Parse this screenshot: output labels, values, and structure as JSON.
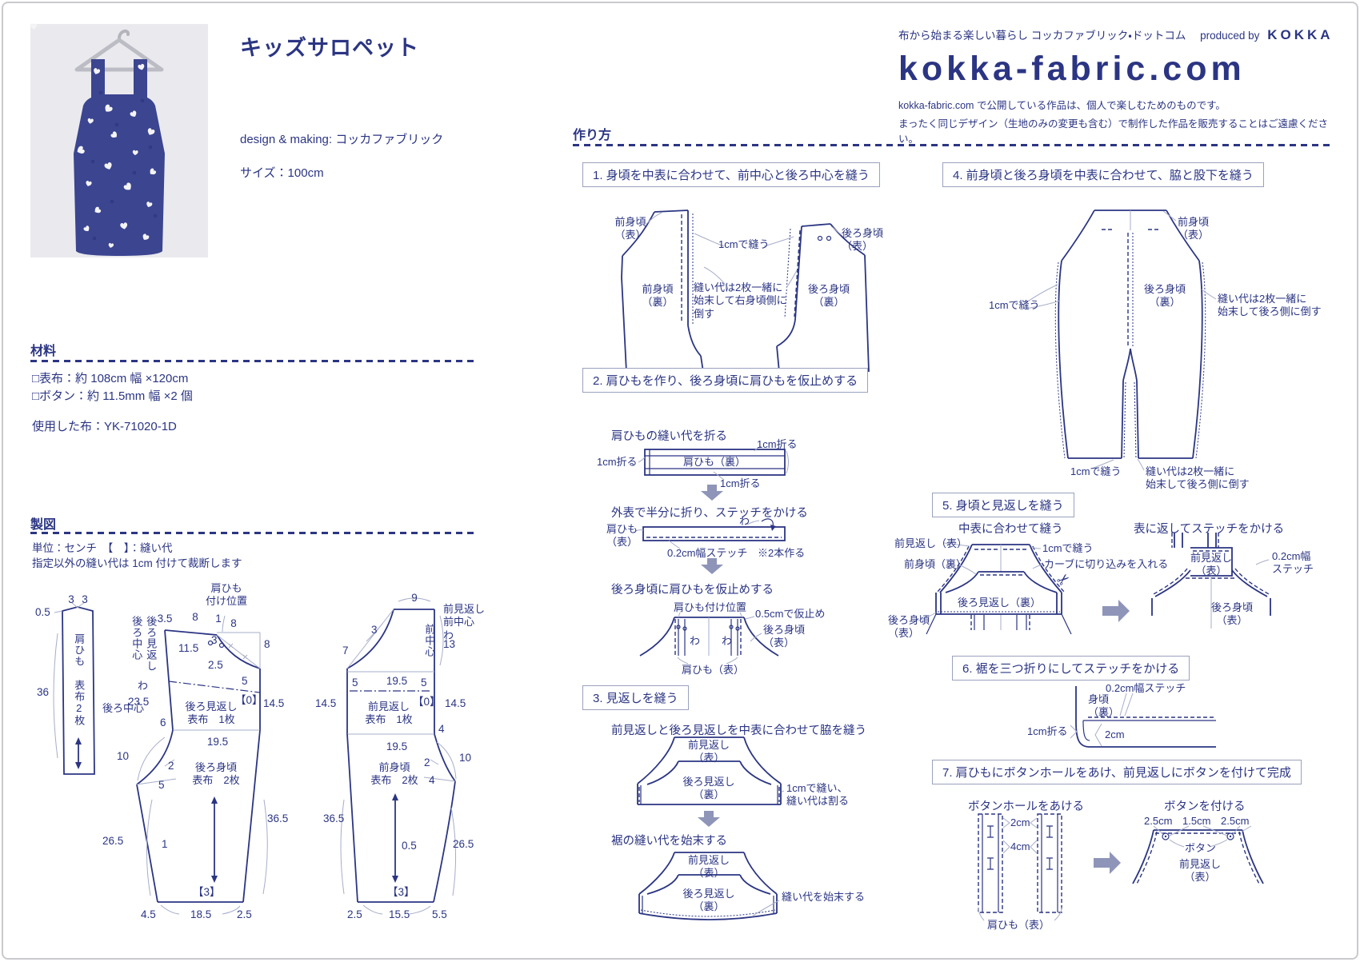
{
  "header": {
    "title": "キッズサロペット",
    "credit": "design & making: コッカファブリック",
    "size": "サイズ：100cm"
  },
  "brand": {
    "tagline": "布から始まる楽しい暮らし コッカファブリック・ドットコム",
    "produced": "produced by",
    "name": "KOKKA",
    "logo": "kokka-fabric.com",
    "note1": "kokka-fabric.com で公開している作品は、個人で楽しむためのものです。",
    "note2": "まったく同じデザイン（生地のみの変更も含む）で制作した作品を販売することはご遠慮ください。"
  },
  "materials": {
    "heading": "材料",
    "item1": "□表布：約 108cm 幅 ×120cm",
    "item2": "□ボタン：約 11.5mm 幅 ×2 個",
    "used": "使用した布：YK-71020-1D"
  },
  "instructions": {
    "heading": "作り方"
  },
  "draft": {
    "heading": "製図",
    "note1": "単位：センチ　【　】：縫い代",
    "note2": "指定以外の縫い代は 1cm 付けて裁断します",
    "strap": [
      "3",
      "3",
      "0.5",
      "肩ひも",
      "表布2枚",
      "36"
    ],
    "back": [
      "肩ひも\n付け位置",
      "後ろ中心",
      "後ろ見返し",
      "わ",
      "23.5",
      "3.5",
      "8",
      "1",
      "8",
      "3",
      "11.5",
      "2.5",
      "8",
      "5",
      "【0】",
      "14.5",
      "後ろ見返し\n表布　1枚",
      "後ろ中心",
      "6",
      "19.5",
      "10",
      "2",
      "5",
      "後ろ身頃\n表布　2枚",
      "36.5",
      "26.5",
      "1",
      "【3】",
      "4.5",
      "18.5",
      "2.5"
    ],
    "front": [
      "9",
      "前見返し\n前中心　わ",
      "3",
      "7",
      "前中心",
      "13",
      "5",
      "19.5",
      "5",
      "【0】",
      "14.5",
      "14.5",
      "前見返し\n表布　1枚",
      "4",
      "19.5",
      "2",
      "10",
      "4",
      "前身頃\n表布　2枚",
      "36.5",
      "0.5",
      "26.5",
      "【3】",
      "2.5",
      "15.5",
      "5.5"
    ]
  },
  "steps": {
    "s1": {
      "box": "1. 身頃を中表に合わせて、前中心と後ろ中心を縫う",
      "labels": [
        "前身頃\n（表）",
        "1cmで縫う",
        "後ろ身頃\n（表）",
        "前身頃\n（裏）",
        "縫い代は2枚一緒に\n始末して右身頃側に\n倒す",
        "後ろ身頃\n（裏）"
      ]
    },
    "s2": {
      "box": "2. 肩ひもを作り、後ろ身頃に肩ひもを仮止めする",
      "sub1": "肩ひもの縫い代を折る",
      "l1": [
        "1cm折る",
        "1cm折る",
        "肩ひも（裏）",
        "1cm折る"
      ],
      "sub2": "外表で半分に折り、ステッチをかける",
      "l2": [
        "わ",
        "肩ひも\n（表）",
        "0.2cm幅ステッチ",
        "※2本作る"
      ],
      "sub3": "後ろ身頃に肩ひもを仮止めする",
      "l3": [
        "肩ひも付け位置",
        "0.5cmで仮止め",
        "わ",
        "わ",
        "後ろ身頃\n（表）",
        "肩ひも（表）"
      ]
    },
    "s3": {
      "box": "3. 見返しを縫う",
      "sub1": "前見返しと後ろ見返しを中表に合わせて脇を縫う",
      "l1": [
        "前見返し\n（表）",
        "後ろ見返し\n（裏）",
        "1cmで縫い、\n縫い代は割る"
      ],
      "sub2": "裾の縫い代を始末する",
      "l2": [
        "前見返し\n（表）",
        "後ろ見返し\n（裏）",
        "縫い代を始末する"
      ]
    },
    "s4": {
      "box": "4. 前身頃と後ろ身頃を中表に合わせて、脇と股下を縫う",
      "labels": [
        "前身頃\n（表）",
        "後ろ身頃\n（裏）",
        "1cmで縫う",
        "縫い代は2枚一緒に\n始末して後ろ側に倒す",
        "1cmで縫う",
        "縫い代は2枚一緒に\n始末して後ろ側に倒す"
      ]
    },
    "s5": {
      "box": "5. 身頃と見返しを縫う",
      "sub1": "中表に合わせて縫う",
      "l1": [
        "前見返し（表）",
        "前身頃（裏）",
        "1cmで縫う",
        "カーブに切り込みを入れる",
        "後ろ見返し（裏）",
        "後ろ身頃\n（表）"
      ],
      "sub2": "表に返してステッチをかける",
      "l2": [
        "前見返し\n（表）",
        "0.2cm幅\nステッチ",
        "後ろ身頃\n（表）"
      ]
    },
    "s6": {
      "box": "6. 裾を三つ折りにしてステッチをかける",
      "labels": [
        "0.2cm幅ステッチ",
        "身頃\n（裏）",
        "1cm折る",
        "2cm"
      ]
    },
    "s7": {
      "box": "7. 肩ひもにボタンホールをあけ、前見返しにボタンを付けて完成",
      "sub1": "ボタンホールをあける",
      "l1": [
        "2cm",
        "4cm",
        "肩ひも（表）"
      ],
      "sub2": "ボタンを付ける",
      "l2": [
        "2.5cm",
        "1.5cm",
        "2.5cm",
        "ボタン",
        "前見返し\n（表）"
      ]
    }
  }
}
